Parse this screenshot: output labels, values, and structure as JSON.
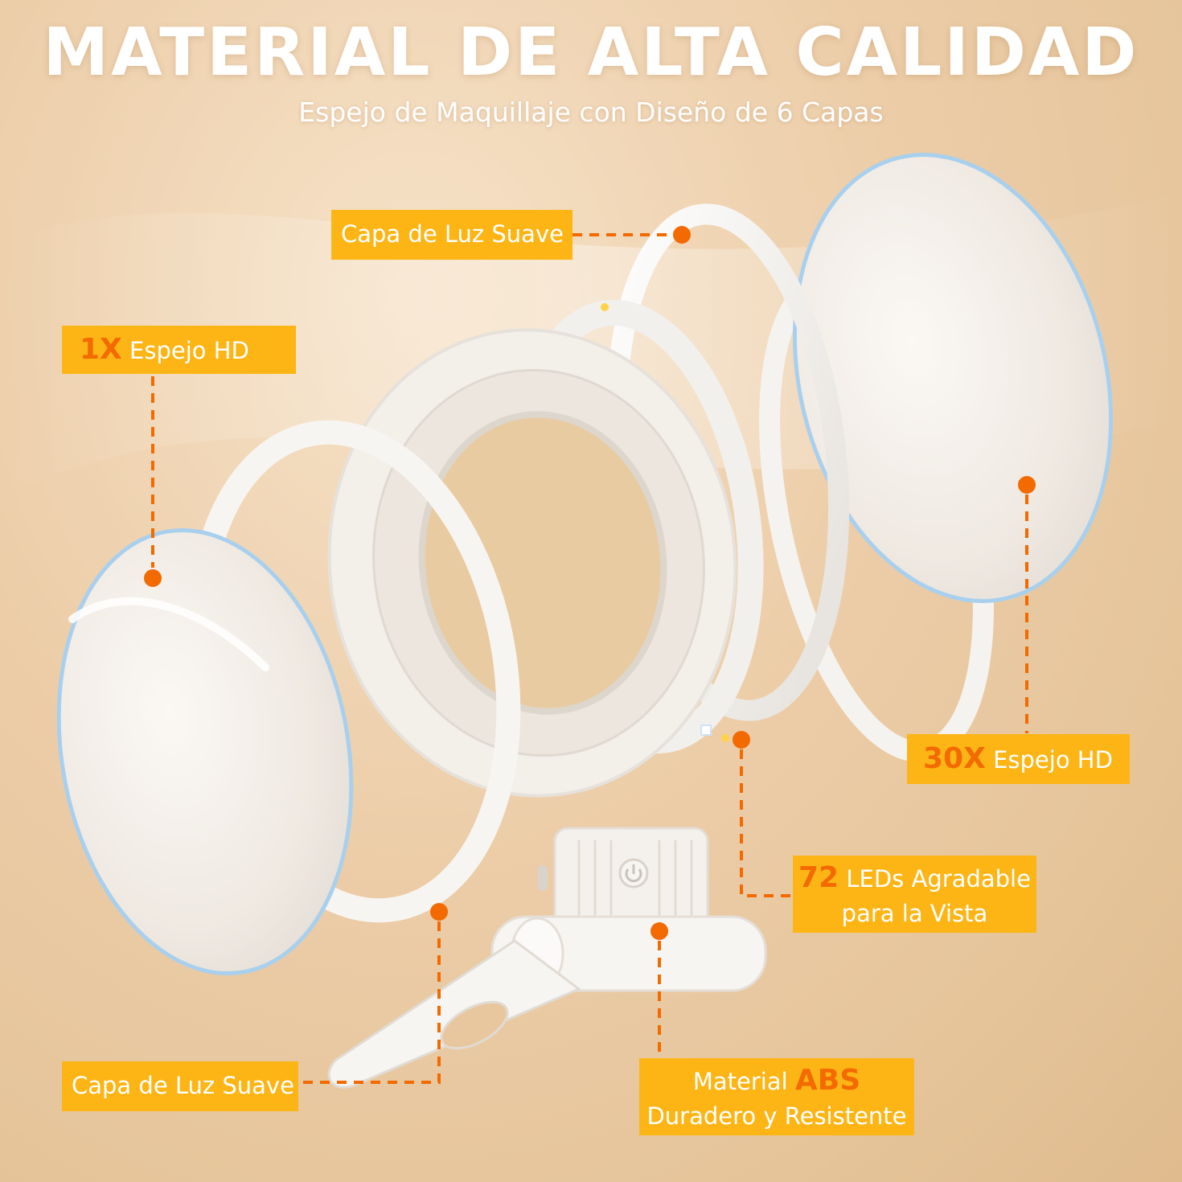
{
  "header": {
    "title": "MATERIAL DE ALTA CALIDAD",
    "subtitle": "Espejo de Maquillaje con Diseño de 6 Capas"
  },
  "labels": {
    "soft_light_top": "Capa de Luz Suave",
    "mirror_1x": {
      "highlight": "1X",
      "text": " Espejo HD"
    },
    "mirror_30x": {
      "highlight": "30X",
      "text": " Espejo HD"
    },
    "leds": {
      "highlight": "72",
      "text": " LEDs Agradable",
      "line2": "para la Vista"
    },
    "soft_light_bottom": "Capa de Luz Suave",
    "material": {
      "prefix": "Material ",
      "highlight": "ABS",
      "line2": "Duradero y Resistente"
    }
  },
  "colors": {
    "tag_background": "#fdb515",
    "highlight_text": "#f26a00",
    "leader_line": "#f26a00",
    "background": "#eccda8",
    "product": "#f7f5f2"
  }
}
